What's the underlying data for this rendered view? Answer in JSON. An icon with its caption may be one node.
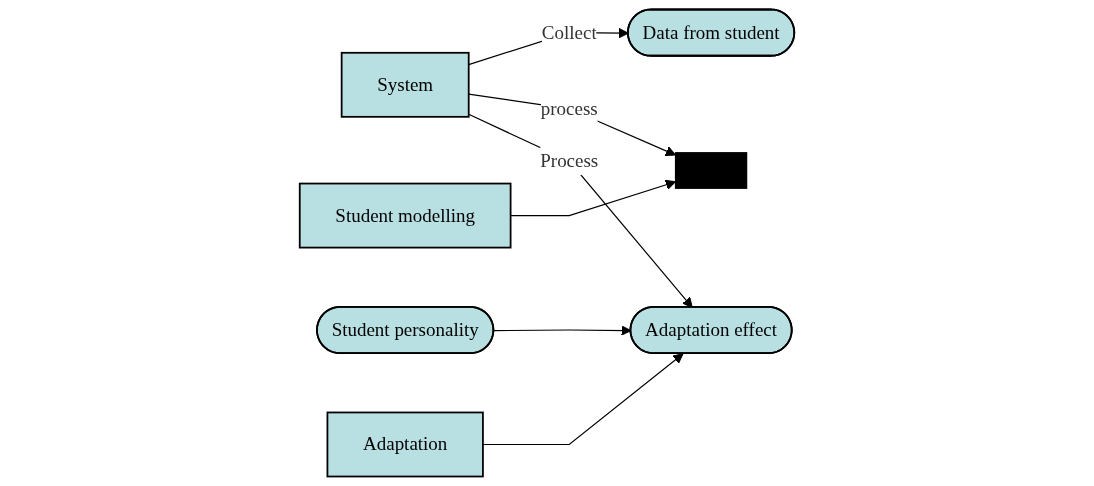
{
  "diagram": {
    "nodes": [
      {
        "text": [
          "Data from student"
        ]
      },
      {
        "text": [
          "System"
        ]
      },
      {
        "text": [],
        "shape": "bar"
      },
      {
        "text": [
          "Student modelling"
        ]
      },
      {
        "text": [
          "Student personality"
        ]
      },
      {
        "text": [
          "Adaptation"
        ]
      },
      {
        "text": [
          "Adaptation effect"
        ]
      }
    ],
    "edges": [
      {
        "from": 1,
        "to": 0,
        "arrow": "to",
        "label": "Collect"
      },
      {
        "from": 1,
        "to": 2,
        "arrow": "to",
        "label": "process"
      },
      {
        "from": 3,
        "to": 2,
        "arrow": "to"
      },
      {
        "from": 4,
        "to": 6,
        "arrow": "to"
      },
      {
        "from": 5,
        "to": 6,
        "arrow": "to"
      },
      {
        "from": 1,
        "to": 6,
        "arrow": "to",
        "label": "Process"
      }
    ]
  }
}
